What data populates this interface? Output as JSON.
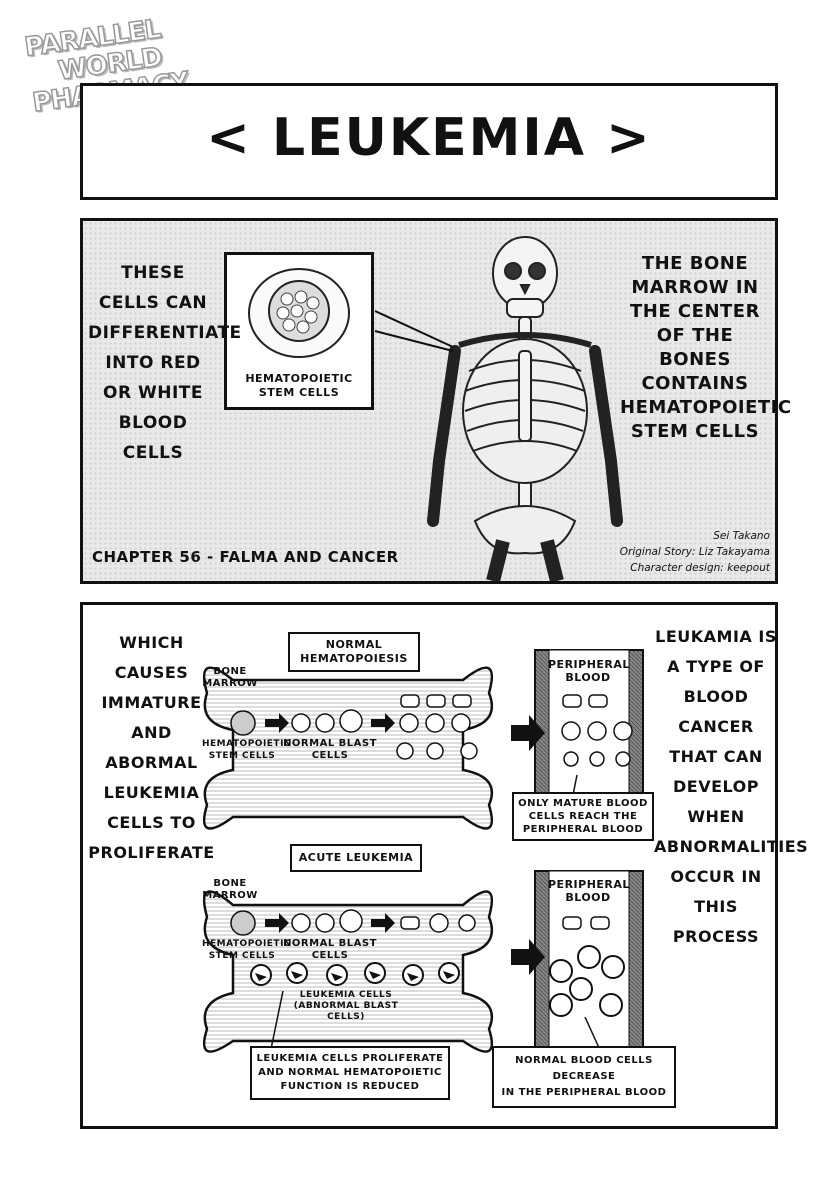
{
  "watermark": {
    "line1": "PARALLEL",
    "line2": "WORLD",
    "line3": "PHARMACY"
  },
  "title": "< LEUKEMIA >",
  "panel1": {
    "left_text": [
      "THESE CELLS CAN",
      "DIFFERENTIATE",
      "INTO RED",
      "OR WHITE",
      "BLOOD CELLS"
    ],
    "right_text": [
      "THE BONE",
      "MARROW IN",
      "THE CENTER",
      "OF THE",
      "BONES",
      "CONTAINS",
      "HEMATOPOIETIC",
      "STEM CELLS"
    ],
    "inset_label": [
      "HEMATOPOIETIC",
      "STEM CELLS"
    ],
    "chapter": "CHAPTER 56 - FALMA AND CANCER",
    "credits": [
      "Sei Takano",
      "Original Story: Liz Takayama",
      "Character design: keepout"
    ]
  },
  "panel2": {
    "left_text": [
      "WHICH",
      "CAUSES",
      "IMMATURE",
      "AND",
      "ABORMAL",
      "LEUKEMIA",
      "CELLS TO",
      "PROLIFERATE"
    ],
    "right_text": [
      "LEUKAMIA IS",
      "A TYPE OF",
      "BLOOD CANCER",
      "THAT CAN",
      "DEVELOP WHEN",
      "ABNORMALITIES",
      "OCCUR IN",
      "THIS PROCESS"
    ],
    "top_diagram": {
      "heading": "NORMAL HEMATOPOIESIS",
      "bone_marrow": [
        "BONE",
        "MARROW"
      ],
      "stem_label": [
        "HEMATOPOIETIC",
        "STEM CELLS"
      ],
      "blast_label": "NORMAL BLAST CELLS",
      "peripheral": [
        "PERIPHERAL",
        "BLOOD"
      ],
      "note": [
        "ONLY MATURE BLOOD",
        "CELLS REACH THE",
        "PERIPHERAL BLOOD"
      ]
    },
    "bottom_diagram": {
      "heading": "ACUTE LEUKEMIA",
      "bone_marrow": [
        "BONE",
        "MARROW"
      ],
      "stem_label": [
        "HEMATOPOIETIC",
        "STEM CELLS"
      ],
      "blast_label": "NORMAL BLAST CELLS",
      "leukemia_label": [
        "LEUKEMIA CELLS",
        "(ABNORMAL BLAST CELLS)"
      ],
      "peripheral": [
        "PERIPHERAL",
        "BLOOD"
      ],
      "note_left": [
        "LEUKEMIA CELLS PROLIFERATE",
        "AND NORMAL HEMATOPOIETIC",
        "FUNCTION IS REDUCED"
      ],
      "note_right": [
        "NORMAL BLOOD CELLS DECREASE",
        "IN THE PERIPHERAL BLOOD"
      ]
    }
  }
}
